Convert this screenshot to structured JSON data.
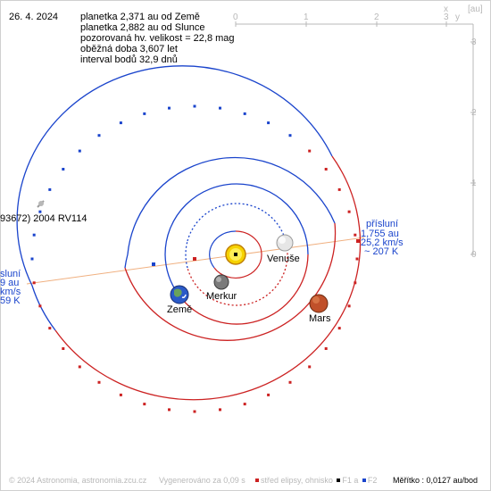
{
  "date": "26. 4. 2024",
  "info_lines": [
    "planetka 2,371 au od Země",
    "planetka 2,882 au od Slunce",
    "pozorovaná hv. velikost = 22,8 mag",
    "oběžná doba 3,607 let",
    "interval bodů 32,9 dnů"
  ],
  "x_axis_ticks": [
    "0",
    "1",
    "2",
    "3"
  ],
  "x_axis_label": "x",
  "y_axis_ticks": [
    "3",
    "2",
    "1",
    "0"
  ],
  "y_axis_label": "y",
  "axis_unit": "[au]",
  "asteroid_label": "93672) 2004 RV114",
  "perihelion": {
    "title": "přísluní",
    "distance": "1,755 au",
    "speed": "25,2 km/s",
    "temp": "~ 207 K"
  },
  "aphelion": {
    "title": "sluní",
    "distance": "9 au",
    "speed": "km/s",
    "temp": "59 K"
  },
  "planets": {
    "venus": "Venuše",
    "mercury": "Merkur",
    "earth": "Země",
    "mars": "Mars"
  },
  "footer": {
    "copyright": "© 2024 Astronomia, astronomia.zcu.cz",
    "generated": "Vygenerováno za 0,09 s",
    "legend_center": "střed elipsy, ohnisko",
    "legend_f1": "F1 a",
    "legend_f2": "F2",
    "scale": "Měřítko : 0,0127 au/bod"
  },
  "colors": {
    "orbit_blue": "#1a44cc",
    "orbit_red": "#cc2222",
    "axis_grey": "#b8b8b8",
    "apsis_line": "#f0b080",
    "sun": "#f2c200"
  }
}
